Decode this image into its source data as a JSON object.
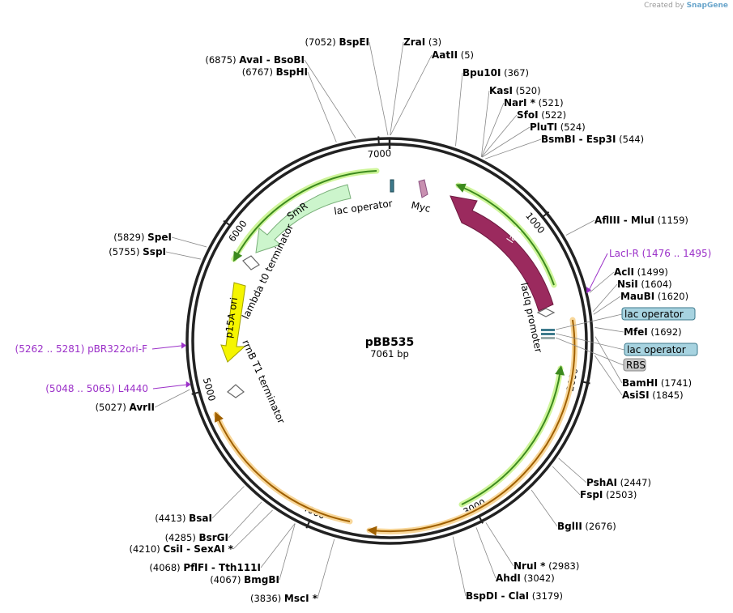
{
  "credit": {
    "prefix": "Created by",
    "brand": "SnapGene"
  },
  "plasmid": {
    "name": "pBB535",
    "length_label": "7061 bp",
    "length": 7061
  },
  "ticks": [
    {
      "pos": 1000,
      "label": "1000"
    },
    {
      "pos": 2000,
      "label": "2000"
    },
    {
      "pos": 3000,
      "label": "3000"
    },
    {
      "pos": 4000,
      "label": "4000"
    },
    {
      "pos": 5000,
      "label": "5000"
    },
    {
      "pos": 6000,
      "label": "6000"
    },
    {
      "pos": 7000,
      "label": "7000"
    }
  ],
  "sites": [
    {
      "names": [
        "BspEI"
      ],
      "pos_label": "(7052)",
      "pos": 7052,
      "side": "left"
    },
    {
      "names": [
        "ZraI"
      ],
      "pos_label": "(3)",
      "pos": 3,
      "side": "right"
    },
    {
      "names": [
        "AatII"
      ],
      "pos_label": "(5)",
      "pos": 5,
      "side": "right"
    },
    {
      "names": [
        "AvaI",
        "BsoBI"
      ],
      "pos_label": "(6875)",
      "pos": 6875,
      "side": "left"
    },
    {
      "names": [
        "BspHI"
      ],
      "pos_label": "(6767)",
      "pos": 6767,
      "side": "left"
    },
    {
      "names": [
        "Bpu10I"
      ],
      "pos_label": "(367)",
      "pos": 367,
      "side": "right"
    },
    {
      "names": [
        "KasI"
      ],
      "pos_label": "(520)",
      "pos": 520,
      "side": "right"
    },
    {
      "names": [
        "NarI *"
      ],
      "pos_label": "(521)",
      "pos": 521,
      "side": "right"
    },
    {
      "names": [
        "SfoI"
      ],
      "pos_label": "(522)",
      "pos": 522,
      "side": "right"
    },
    {
      "names": [
        "PluTI"
      ],
      "pos_label": "(524)",
      "pos": 524,
      "side": "right"
    },
    {
      "names": [
        "BsmBI",
        "Esp3I"
      ],
      "pos_label": "(544)",
      "pos": 544,
      "side": "right"
    },
    {
      "names": [
        "AflIII",
        "MluI"
      ],
      "pos_label": "(1159)",
      "pos": 1159,
      "side": "right"
    },
    {
      "names": [
        "AclI"
      ],
      "pos_label": "(1499)",
      "pos": 1499,
      "side": "right"
    },
    {
      "names": [
        "NsiI"
      ],
      "pos_label": "(1604)",
      "pos": 1604,
      "side": "right"
    },
    {
      "names": [
        "MauBI"
      ],
      "pos_label": "(1620)",
      "pos": 1620,
      "side": "right"
    },
    {
      "names": [
        "MfeI"
      ],
      "pos_label": "(1692)",
      "pos": 1692,
      "side": "right"
    },
    {
      "names": [
        "BamHI"
      ],
      "pos_label": "(1741)",
      "pos": 1741,
      "side": "right"
    },
    {
      "names": [
        "AsiSI"
      ],
      "pos_label": "(1845)",
      "pos": 1845,
      "side": "right"
    },
    {
      "names": [
        "PshAI"
      ],
      "pos_label": "(2447)",
      "pos": 2447,
      "side": "right"
    },
    {
      "names": [
        "FspI"
      ],
      "pos_label": "(2503)",
      "pos": 2503,
      "side": "right"
    },
    {
      "names": [
        "BglII"
      ],
      "pos_label": "(2676)",
      "pos": 2676,
      "side": "right"
    },
    {
      "names": [
        "NruI *"
      ],
      "pos_label": "(2983)",
      "pos": 2983,
      "side": "right"
    },
    {
      "names": [
        "AhdI"
      ],
      "pos_label": "(3042)",
      "pos": 3042,
      "side": "right"
    },
    {
      "names": [
        "BspDI",
        "ClaI"
      ],
      "pos_label": "(3179)",
      "pos": 3179,
      "side": "right"
    },
    {
      "names": [
        "MscI *"
      ],
      "pos_label": "(3836)",
      "pos": 3836,
      "side": "left"
    },
    {
      "names": [
        "BmgBI"
      ],
      "pos_label": "(4067)",
      "pos": 4067,
      "side": "left"
    },
    {
      "names": [
        "PflFI",
        "Tth111I"
      ],
      "pos_label": "(4068)",
      "pos": 4068,
      "side": "left"
    },
    {
      "names": [
        "CsiI",
        "SexAI *"
      ],
      "pos_label": "(4210)",
      "pos": 4210,
      "side": "left"
    },
    {
      "names": [
        "BsrGI"
      ],
      "pos_label": "(4285)",
      "pos": 4285,
      "side": "left"
    },
    {
      "names": [
        "BsaI"
      ],
      "pos_label": "(4413)",
      "pos": 4413,
      "side": "left"
    },
    {
      "names": [
        "AvrII"
      ],
      "pos_label": "(5027)",
      "pos": 5027,
      "side": "left"
    },
    {
      "names": [
        "SspI"
      ],
      "pos_label": "(5755)",
      "pos": 5755,
      "side": "left"
    },
    {
      "names": [
        "SpeI"
      ],
      "pos_label": "(5829)",
      "pos": 5829,
      "side": "left"
    }
  ],
  "primers": [
    {
      "name": "LacI-R",
      "range": "(1476 .. 1495)",
      "pos": 1485,
      "side": "right"
    },
    {
      "name": "pBR322ori-F",
      "range": "(5262 .. 5281)",
      "pos": 5271,
      "side": "left"
    },
    {
      "name": "L4440",
      "range": "(5048 .. 5065)",
      "pos": 5056,
      "side": "left"
    }
  ],
  "boxed_labels": [
    {
      "name": "lac operator",
      "style": "blue"
    },
    {
      "name": "lac operator",
      "style": "blue"
    },
    {
      "name": "RBS",
      "style": "gray"
    }
  ],
  "features": [
    {
      "name": "lacI",
      "type": "arrow",
      "start": 1400,
      "end": 600,
      "color": "#9b2a5e",
      "label_style": "inside"
    },
    {
      "name": "SmR",
      "type": "arrow",
      "start": 6430,
      "end": 5870,
      "color": "#ccf5cc",
      "label_style": "inside"
    },
    {
      "name": "p15A ori",
      "type": "arrow",
      "start": 5530,
      "end": 5150,
      "color": "#f5f500",
      "label_style": "inside"
    },
    {
      "name": "Myc",
      "type": "small",
      "pos": 280,
      "color": "#c890b0",
      "label_style": "below"
    },
    {
      "name": "lac operator",
      "type": "small",
      "pos": 6990,
      "color": "#3d7a8c",
      "label_style": "below"
    },
    {
      "name": "lacIq promoter",
      "type": "promoter",
      "pos": 1450,
      "label_style": "curved"
    },
    {
      "name": "lambda t0 terminator",
      "type": "terminator",
      "pos": 5850,
      "label_style": "curved"
    },
    {
      "name": "rrnB T1 terminator",
      "type": "terminator",
      "pos": 4990,
      "label_style": "curved"
    }
  ]
}
